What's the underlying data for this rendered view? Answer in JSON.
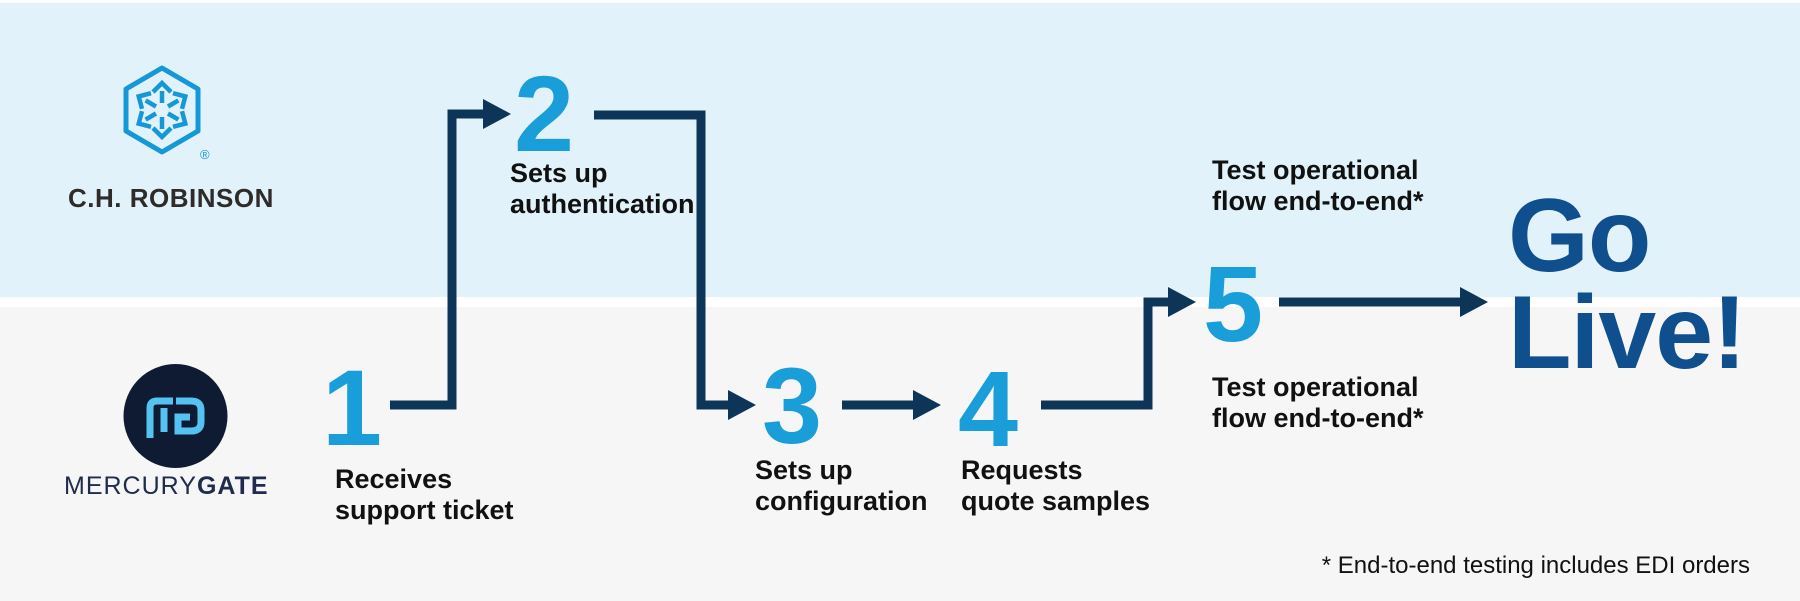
{
  "colors": {
    "bg_top_band": "#E1F2FA",
    "bg_bottom_band": "#F6F6F7",
    "divider": "#FFFFFF",
    "step_number": "#199ED9",
    "arrow": "#0D3557",
    "go_live_text": "#0F4F8D",
    "label_text": "#111111",
    "chr_logo_cyan": "#1598D7",
    "chr_wordmark": "#2E2B28",
    "mg_circle": "#0E1B33",
    "mg_monogram": "#55C3F2",
    "mg_wordmark": "#202C4E"
  },
  "logos": {
    "chrobinson": {
      "icon": "hexagon-arrows-icon",
      "wordmark": "C.H. ROBINSON",
      "registered_mark": "®"
    },
    "mercurygate": {
      "icon": "mg-monogram-icon",
      "wordmark_regular": "MERCURY",
      "wordmark_bold": "GATE"
    }
  },
  "steps": [
    {
      "number": "1",
      "label": "Receives\nsupport ticket"
    },
    {
      "number": "2",
      "label": "Sets up\nauthentication"
    },
    {
      "number": "3",
      "label": "Sets up\nconfiguration"
    },
    {
      "number": "4",
      "label": "Requests\nquote samples"
    },
    {
      "number": "5",
      "label_top": "Test operational\nflow end-to-end*",
      "label_bottom": "Test operational\nflow end-to-end*"
    }
  ],
  "go_live": "Go\nLive!",
  "footnote": "* End-to-end testing includes EDI orders"
}
